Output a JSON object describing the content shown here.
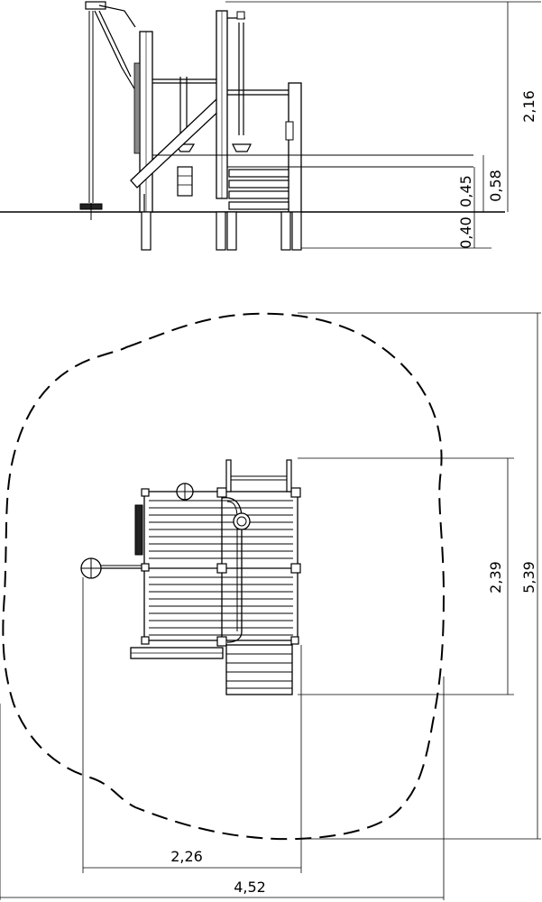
{
  "side_view": {
    "dimensions": {
      "total_height": "2,16",
      "platform_height": "0,58",
      "step_height": "0,45",
      "foundation_depth": "0,40"
    }
  },
  "plan_view": {
    "dimensions": {
      "safety_zone_depth": "5,39",
      "equipment_depth": "2,39",
      "equipment_width": "2,26",
      "safety_zone_width": "4,52"
    }
  }
}
